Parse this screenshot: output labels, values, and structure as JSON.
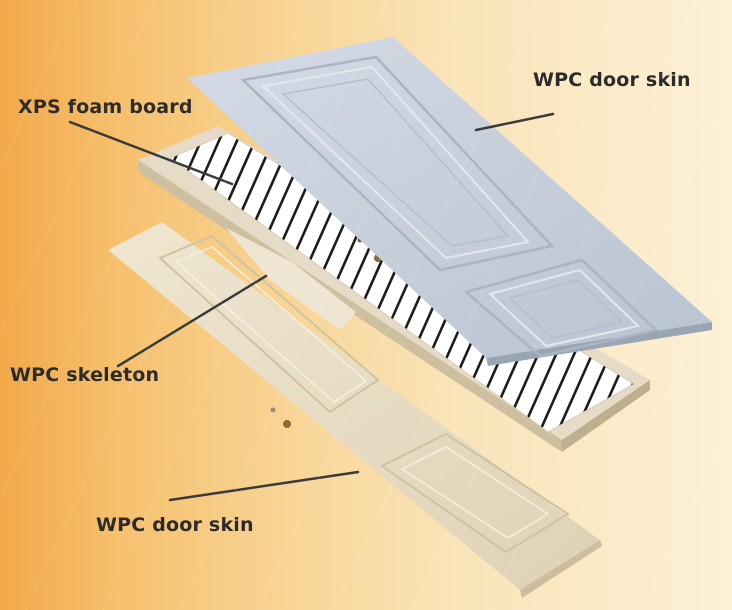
{
  "labels": {
    "top_skin": "WPC door skin",
    "xps": "XPS foam board",
    "skeleton": "WPC skeleton",
    "bottom_skin": "WPC door skin"
  },
  "colors": {
    "top_skin": "#c9d2de",
    "foam": "#ffffff",
    "foam_stripes": "#1c1c1c",
    "skeleton": "#e6dbc6",
    "bottom_skin": "#e9dfc8",
    "leader_lines": "#3a3a3a"
  }
}
